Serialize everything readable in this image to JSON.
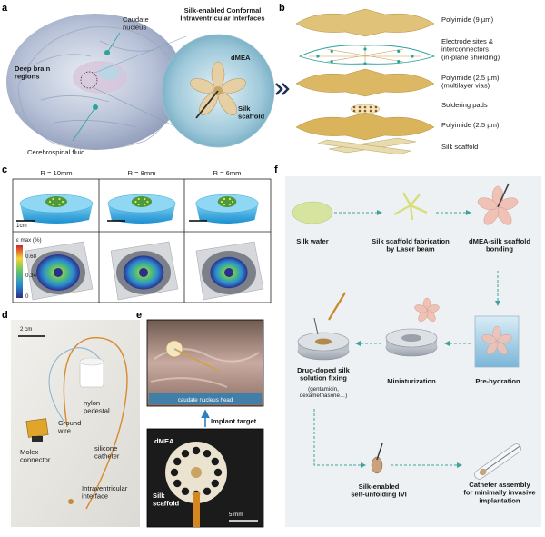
{
  "panels": {
    "a": {
      "letter": "a",
      "caudate": "Caudate\nnucleus",
      "deep_brain": "Deep brain\nregions",
      "csf": "Cerebrospinal fluid",
      "title": "Silk-enabled Conformal\nIntraventricular Interfaces",
      "dmea": "dMEA",
      "silk": "Silk\nscaffold"
    },
    "b": {
      "letter": "b",
      "layers": [
        "Polyimide (9 µm)",
        "Electrode sites &\ninterconnectors\n(in-plane shielding)",
        "Polyimide (2.5 µm)\n(multilayer vias)",
        "Soldering pads",
        "Polyimide (2.5 µm)",
        "Silk scaffold"
      ]
    },
    "c": {
      "letter": "c",
      "radii": [
        "R = 10mm",
        "R = 8mm",
        "R = 6mm"
      ],
      "scale": "1cm",
      "colorbar_title": "ε max (%)",
      "colorbar_ticks": [
        "0.68",
        "0.34",
        "0"
      ]
    },
    "d": {
      "letter": "d",
      "scale": "2 cm",
      "labels": [
        "nylon\npedestal",
        "Ground\nwire",
        "Molex\nconnector",
        "silicone\ncatheter",
        "Intraventricular\ninterface"
      ]
    },
    "e": {
      "letter": "e",
      "caudate_head": "caudate nucleus head",
      "implant_target": "Implant target",
      "dmea": "dMEA",
      "silk": "Silk\nscaffold",
      "scale": "5 mm"
    },
    "f": {
      "letter": "f",
      "steps": [
        "Silk wafer",
        "Silk scaffold fabrication\nby Laser beam",
        "dMEA-silk scaffold\nbonding",
        "Pre-hydration",
        "Miniaturization",
        "Drug-doped silk\nsolution fixing",
        "Silk-enabled\nself-unfolding IVI",
        "Catheter assembly\nfor minimally invasive\nimplantation"
      ],
      "drug_note": "(gentamicin,\ndexamethasone…)"
    }
  },
  "colors": {
    "polyimide": "#d9b45a",
    "silk": "#e8dcae",
    "teal": "#2aa39a",
    "panel_f_bg": "#edf1f3",
    "arrow_navy": "#1e2f55"
  }
}
